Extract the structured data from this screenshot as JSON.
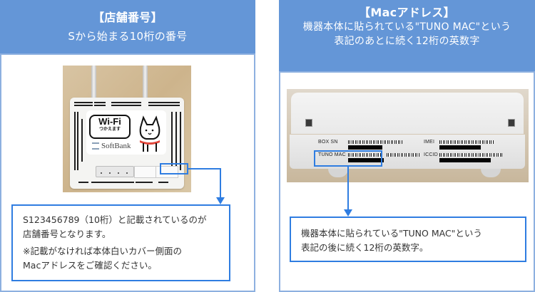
{
  "left_panel": {
    "title": "【店舗番号】",
    "subtitle": "Sから始まる10桁の番号",
    "photo": {
      "description": "router-front-photo",
      "sticker_main": "Wi-Fi",
      "sticker_sub": "つかえます",
      "brand": "SoftBank"
    },
    "callout": {
      "line1": "S123456789（10桁）と記載されているのが",
      "line2": "店舗番号となります。",
      "note_line1": "※記載がなければ本体白いカバー側面の",
      "note_line2": "Macアドレスをご確認ください。"
    }
  },
  "right_panel": {
    "title": "【Macアドレス】",
    "subtitle_line1": "機器本体に貼られている\"TUNO MAC\"という",
    "subtitle_line2": "表記のあとに続く12桁の英数字",
    "photo": {
      "description": "device-side-label-photo",
      "labels": {
        "box_sn": "BOX SN",
        "tuno_mac": "TUNO MAC",
        "imei": "IMEI",
        "iccid": "ICCID"
      }
    },
    "callout": {
      "line1": "機器本体に貼られている\"TUNO MAC\"という",
      "line2": "表記の後に続く12桁の英数字。"
    }
  },
  "colors": {
    "header_bg": "#6496d7",
    "panel_border": "#8db0e0",
    "accent_blue": "#2f7de1",
    "text": "#333333"
  }
}
